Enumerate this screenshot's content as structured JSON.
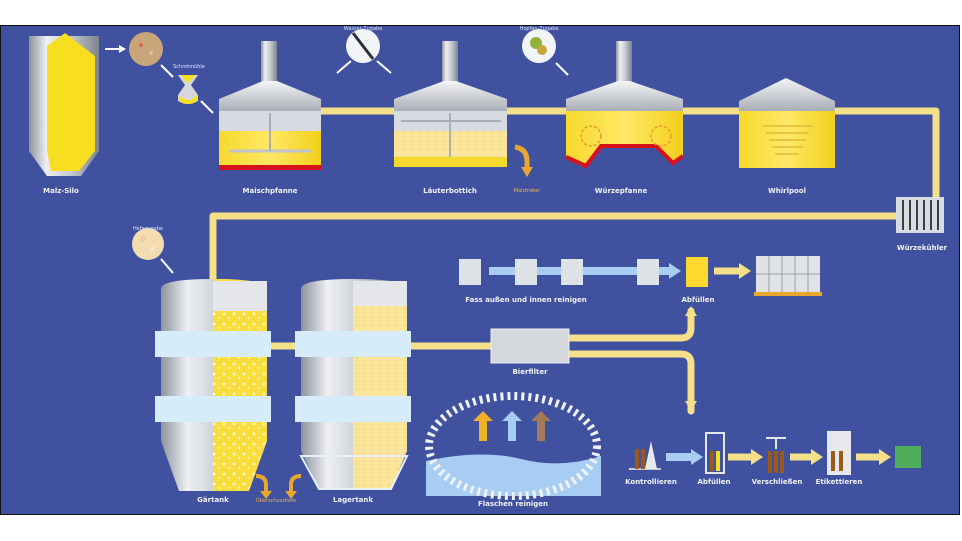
{
  "diagram": {
    "title": "",
    "colors": {
      "background": "#4051a0",
      "pipe": "#f5e08a",
      "beer": "#fbd92e",
      "steel": "#c9cdd4",
      "heat": "#d8121b",
      "water_arrow": "#a8cdf2",
      "byproduct_arrow": "#e8a830"
    },
    "brewhouse": {
      "malt_silo": "Malz-Silo",
      "mill": "Schrotmühle",
      "mash_tun": "Maischpfanne",
      "lauter_tun": "Läuterbottich",
      "spent_grain": "Malztreber",
      "water_addition": "Wasser-Zugabe",
      "wort_kettle": "Würzepfanne",
      "hops_addition": "Hopfen-Zugabe",
      "whirlpool": "Whirlpool",
      "wort_cooler": "Würzekühler"
    },
    "cellar": {
      "yeast_addition": "Hefezugabe",
      "fermentation_tank": "Gärtank",
      "surplus_yeast": "Überschusshefe",
      "lager_tank": "Lagertank",
      "beer_filter": "Bierfilter"
    },
    "keg_line": {
      "keg_cleaning": "Fass außen und innen reinigen",
      "keg_filling": "Abfüllen"
    },
    "bottle_line": {
      "bottle_cleaning": "Flaschen reinigen",
      "inspection": "Kontrollieren",
      "filling": "Abfüllen",
      "capping": "Verschließen",
      "labeling": "Etikettieren"
    },
    "process_flow": [
      "Malz-Silo",
      "Schrotmühle",
      "Maischpfanne",
      "Läuterbottich",
      "Würzepfanne",
      "Whirlpool",
      "Würzekühler",
      "Gärtank",
      "Lagertank",
      "Bierfilter",
      "Abfüllen (Fass)",
      "Abfüllen (Flasche)",
      "Verschließen",
      "Etikettieren"
    ]
  }
}
